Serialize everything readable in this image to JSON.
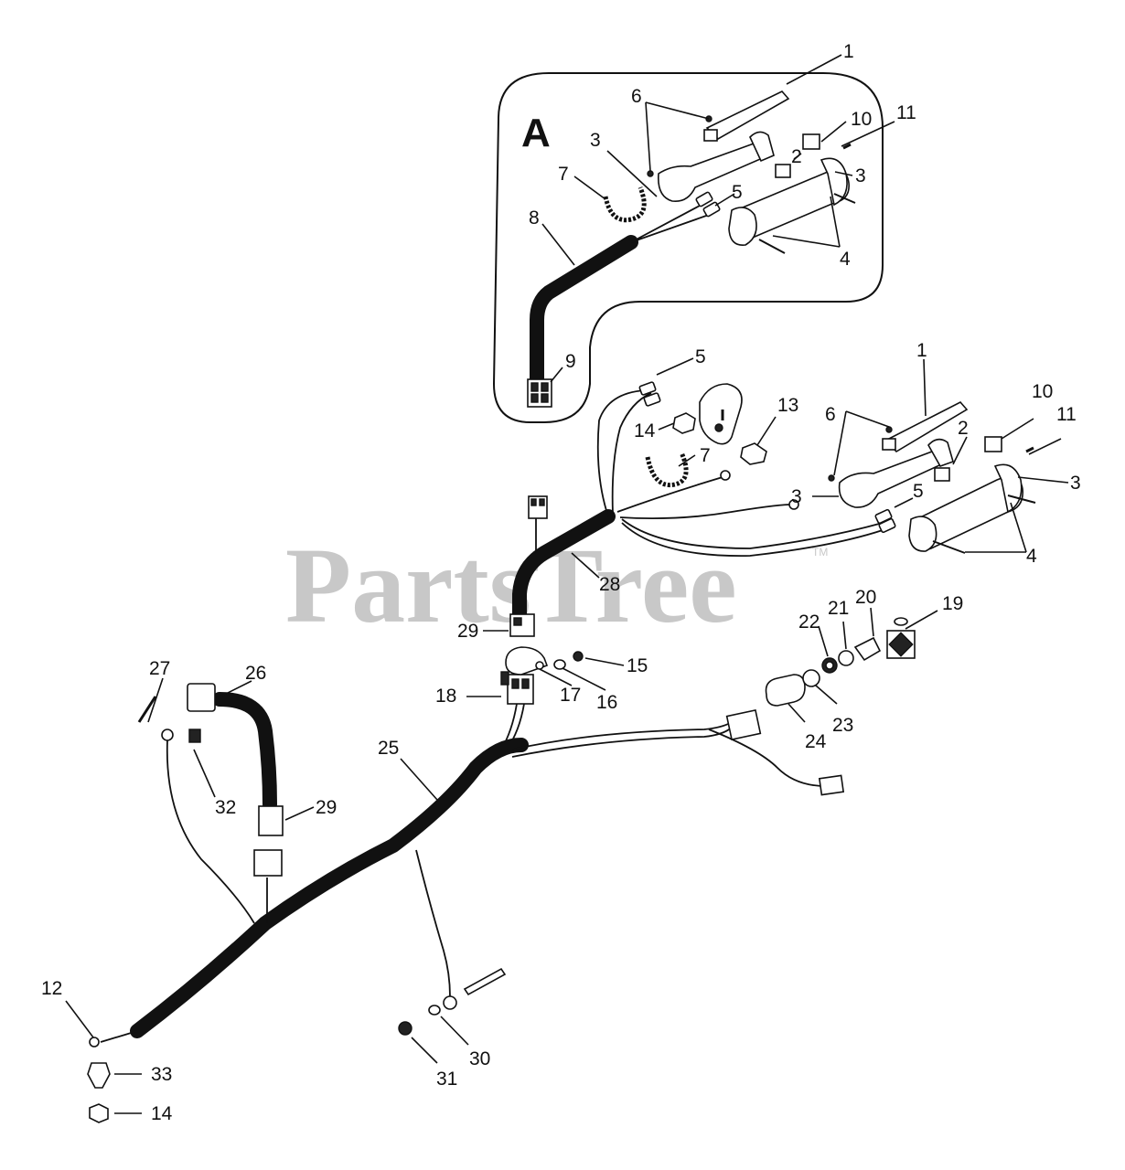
{
  "inset": {
    "letter": "A"
  },
  "watermark": {
    "text": "PartsTree",
    "tm": "TM"
  },
  "callouts": {
    "inset": {
      "c1": "1",
      "c2": "2",
      "c3a": "3",
      "c3b": "3",
      "c4": "4",
      "c5": "5",
      "c6": "6",
      "c7": "7",
      "c8": "8",
      "c9": "9",
      "c10": "10",
      "c11": "11"
    },
    "main": {
      "c1": "1",
      "c2": "2",
      "c3a": "3",
      "c3b": "3",
      "c4": "4",
      "c5a": "5",
      "c5b": "5",
      "c6": "6",
      "c7": "7",
      "c10": "10",
      "c11": "11",
      "c12": "12",
      "c13": "13",
      "c14a": "14",
      "c14b": "14",
      "c15": "15",
      "c16": "16",
      "c17": "17",
      "c18": "18",
      "c19": "19",
      "c20": "20",
      "c21": "21",
      "c22": "22",
      "c23": "23",
      "c24": "24",
      "c25": "25",
      "c26": "26",
      "c27": "27",
      "c28": "28",
      "c29a": "29",
      "c29b": "29",
      "c30": "30",
      "c31": "31",
      "c32": "32",
      "c33": "33"
    }
  }
}
